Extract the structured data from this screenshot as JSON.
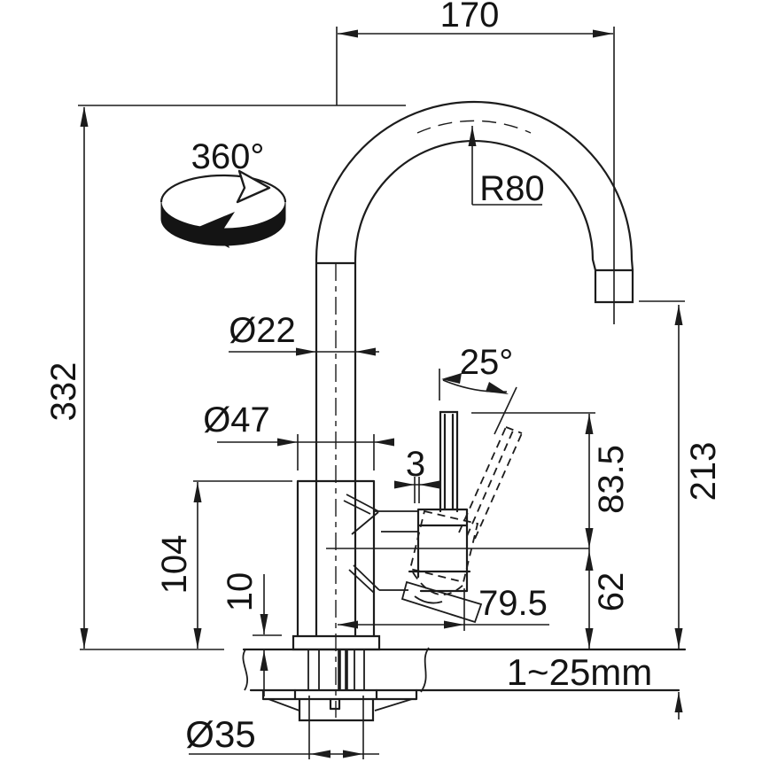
{
  "drawing": {
    "type": "faucet-installation-dimension-drawing",
    "units_note": "mm",
    "colors": {
      "line": "#1c1c1c",
      "background": "#ffffff"
    }
  },
  "dims": {
    "spout_reach": "170",
    "bend_radius": "R80",
    "swivel_angle": "360°",
    "total_height": "332",
    "spout_pipe_diameter": "Ø22",
    "body_diameter": "Ø47",
    "lever_offset": "3",
    "lever_angle": "25°",
    "lever_top_to_center": "83.5",
    "center_to_deck": "62",
    "outlet_height": "213",
    "base_section_height": "104",
    "base_plate_height": "10",
    "lever_reach": "79.5",
    "deck_thickness_range": "1~25mm",
    "mounting_hole_diameter": "Ø35"
  }
}
